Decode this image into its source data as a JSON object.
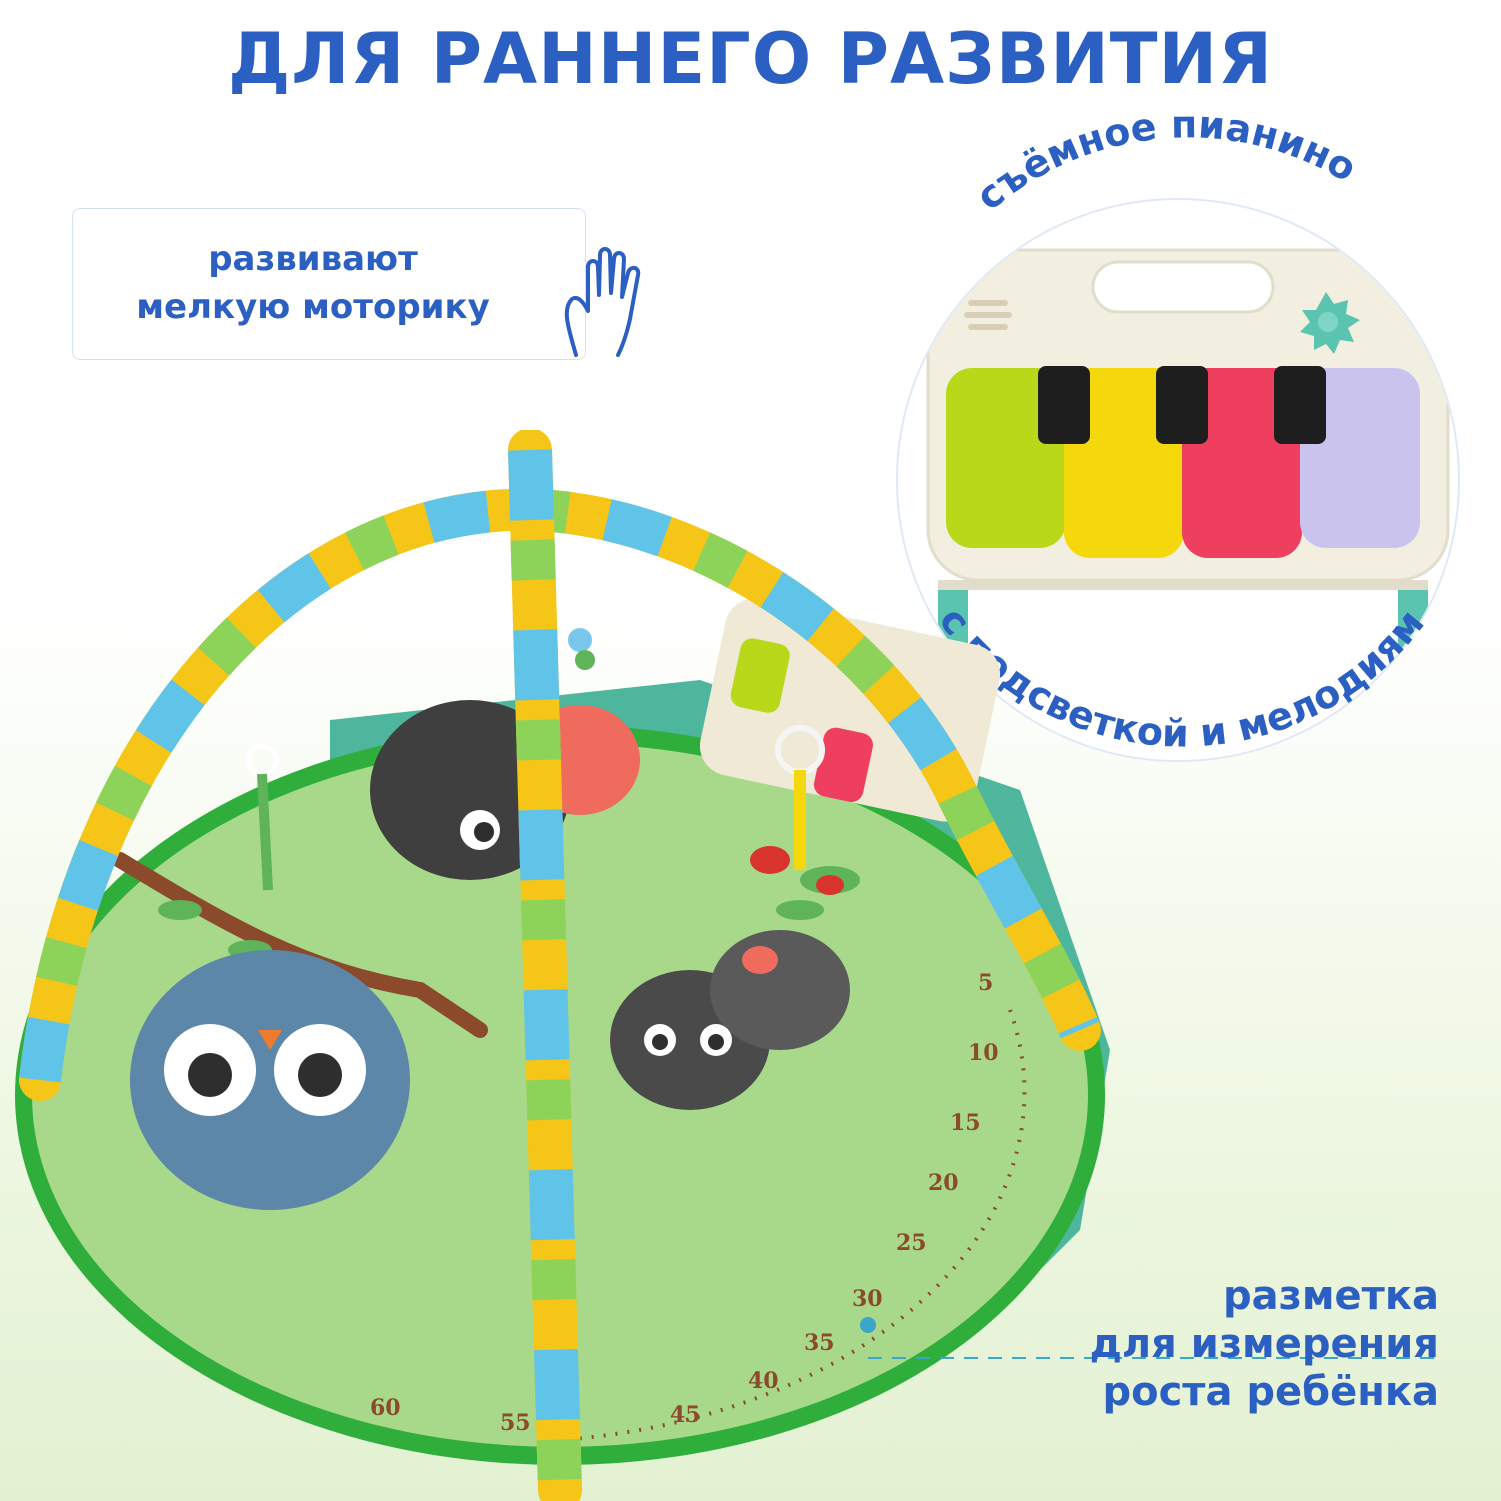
{
  "header": {
    "title": "ДЛЯ РАННЕГО РАЗВИТИЯ"
  },
  "features": {
    "motor": {
      "line1": "развивают",
      "line2": "мелкую моторику",
      "icon": "hand-icon"
    },
    "piano_top": "съёмное пианино",
    "piano_bottom": "с подсветкой и мелодиями",
    "measure": {
      "line1": "разметка",
      "line2": "для измерения",
      "line3": "роста ребёнка"
    }
  },
  "colors": {
    "accent": "#2b5fc2",
    "mat_green": "#a8d98a",
    "key_lime": "#b9d81a",
    "key_yellow": "#f5d80c",
    "key_red": "#ee3f5e",
    "key_lilac": "#c9c3ee"
  },
  "mat": {
    "ruler_labels": [
      "5",
      "10",
      "15",
      "20",
      "25",
      "30",
      "35",
      "40",
      "45",
      "55",
      "60"
    ]
  }
}
